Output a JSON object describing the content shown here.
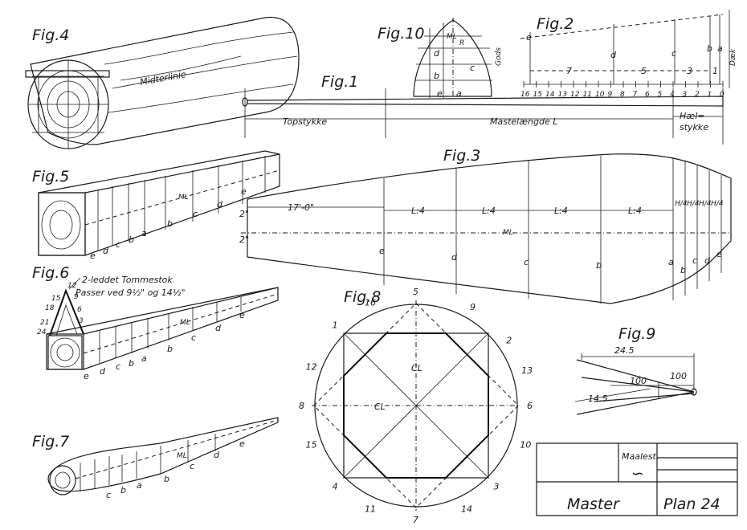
{
  "figures": {
    "fig1": "Fig.1",
    "fig2": "Fig.2",
    "fig3": "Fig.3",
    "fig4": "Fig.4",
    "fig5": "Fig.5",
    "fig6": "Fig.6",
    "fig7": "Fig.7",
    "fig8": "Fig.8",
    "fig9": "Fig.9",
    "fig10": "Fig.10"
  },
  "fig1": {
    "topstykke": "Topstykke",
    "mastelaengde": "Mastelængde L",
    "haelstykke_1": "Hæl=",
    "haelstykke_2": "stykke"
  },
  "fig2": {
    "gods": "Gods",
    "daek": "Dæk",
    "marks": [
      "e",
      "d",
      "c",
      "b",
      "a"
    ],
    "spans": [
      "7",
      "5",
      "3",
      "1"
    ],
    "scale": [
      "16",
      "15",
      "14",
      "13",
      "12",
      "11",
      "10",
      "9",
      "8",
      "7",
      "6",
      "5",
      "4",
      "3",
      "2",
      "1",
      "0"
    ]
  },
  "fig3": {
    "top_length": "17'-0\"",
    "segments": [
      "L:4",
      "L:4",
      "L:4",
      "L:4"
    ],
    "quarters": [
      "H/4",
      "H/4",
      "H/4",
      "H/4"
    ],
    "dim_top": "2\"",
    "dim_bottom": "2\"",
    "centerline": "ML",
    "stations": [
      "e",
      "d",
      "c",
      "b",
      "a"
    ],
    "heel": [
      "a",
      "b",
      "c",
      "d",
      "e"
    ]
  },
  "fig4": {
    "midterlinie": "Midterlinie"
  },
  "fig5": {
    "stations": [
      "e",
      "d",
      "c",
      "b",
      "a"
    ],
    "ml": "ML",
    "tops": [
      "a",
      "b",
      "c",
      "d",
      "e"
    ]
  },
  "fig6": {
    "note_1": "2-leddet Tommestok",
    "note_2": "Passer ved 9½\" og 14½\"",
    "rule_marks": [
      "12",
      "9",
      "15",
      "6",
      "18",
      "3",
      "21",
      "24"
    ],
    "stations": [
      "e",
      "d",
      "c",
      "b",
      "a"
    ],
    "tops": [
      "a",
      "b",
      "c",
      "d",
      "e"
    ],
    "ml": "ML"
  },
  "fig7": {
    "stations": [
      "c",
      "b",
      "a"
    ],
    "tops": [
      "a",
      "b",
      "c",
      "d",
      "e"
    ],
    "ml": "ML"
  },
  "fig8": {
    "points": [
      "1",
      "2",
      "3",
      "4",
      "5",
      "6",
      "7",
      "8",
      "9",
      "10",
      "11",
      "12",
      "13",
      "14",
      "15",
      "16"
    ],
    "cl": "CL"
  },
  "fig9": {
    "d1": "24.5",
    "d2": "100",
    "d3": "100",
    "d4": "14.5"
  },
  "fig10": {
    "marks": [
      "a",
      "b",
      "c",
      "d",
      "e"
    ],
    "ml": "ML",
    "r": "R"
  },
  "title_block": {
    "maalest": "Maalest.",
    "scale_symbol": "∽",
    "name": "Master",
    "plan": "Plan 24"
  }
}
